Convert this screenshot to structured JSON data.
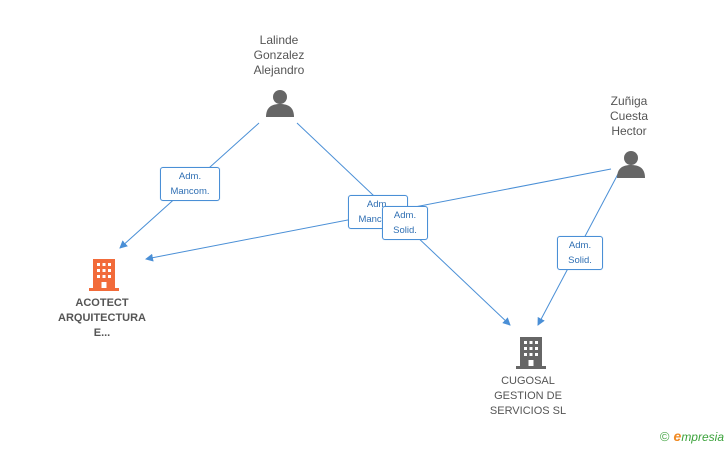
{
  "people": [
    {
      "id": "lalinde",
      "name_lines": [
        "Lalinde",
        "Gonzalez",
        "Alejandro"
      ]
    },
    {
      "id": "zuniga",
      "name_lines": [
        "Zuñiga",
        "Cuesta",
        "Hector"
      ]
    }
  ],
  "companies": [
    {
      "id": "acotect",
      "name_lines": [
        "ACOTECT",
        "ARQUITECTURA",
        "E..."
      ],
      "icon_color": "#f26b3a"
    },
    {
      "id": "cugosal",
      "name_lines": [
        "CUGOSAL",
        "GESTION DE",
        "SERVICIOS SL"
      ],
      "icon_color": "#666666"
    }
  ],
  "edges": [
    {
      "from": "lalinde",
      "to": "acotect",
      "label_lines": [
        "Adm.",
        "Mancom."
      ]
    },
    {
      "from": "zuniga",
      "to": "acotect",
      "label_lines": [
        "Adm.",
        "Mancom."
      ]
    },
    {
      "from": "lalinde",
      "to": "cugosal",
      "label_lines": [
        "Adm.",
        "Solid."
      ]
    },
    {
      "from": "zuniga",
      "to": "cugosal",
      "label_lines": [
        "Adm.",
        "Solid."
      ]
    }
  ],
  "colors": {
    "edge": "#4a8fd6",
    "person_icon": "#666666"
  },
  "watermark": {
    "copyright": "©",
    "brand_initial": "e",
    "brand_rest": "mpresia"
  }
}
